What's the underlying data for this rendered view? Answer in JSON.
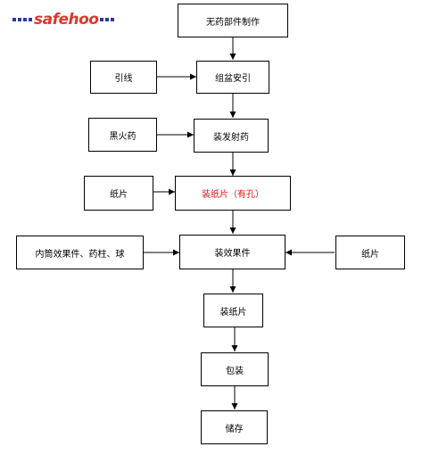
{
  "logo": {
    "text": "safehoo"
  },
  "flow": {
    "step1": "无药部件制作",
    "step2": "组盆安引",
    "step3": "装发射药",
    "step4": "装纸片（有孔）",
    "step5": "装效果件",
    "step6": "装纸片",
    "step7": "包装",
    "step8": "储存"
  },
  "inputs": {
    "lead": "引线",
    "powder": "黑火药",
    "paper_left": "纸片",
    "inner_cylinder": "内筒效果件、药柱、球",
    "paper_right": "纸片"
  },
  "colors": {
    "highlight": "#e01010",
    "logo_red": "#d93a2b",
    "logo_blue": "#2a3b9a"
  }
}
